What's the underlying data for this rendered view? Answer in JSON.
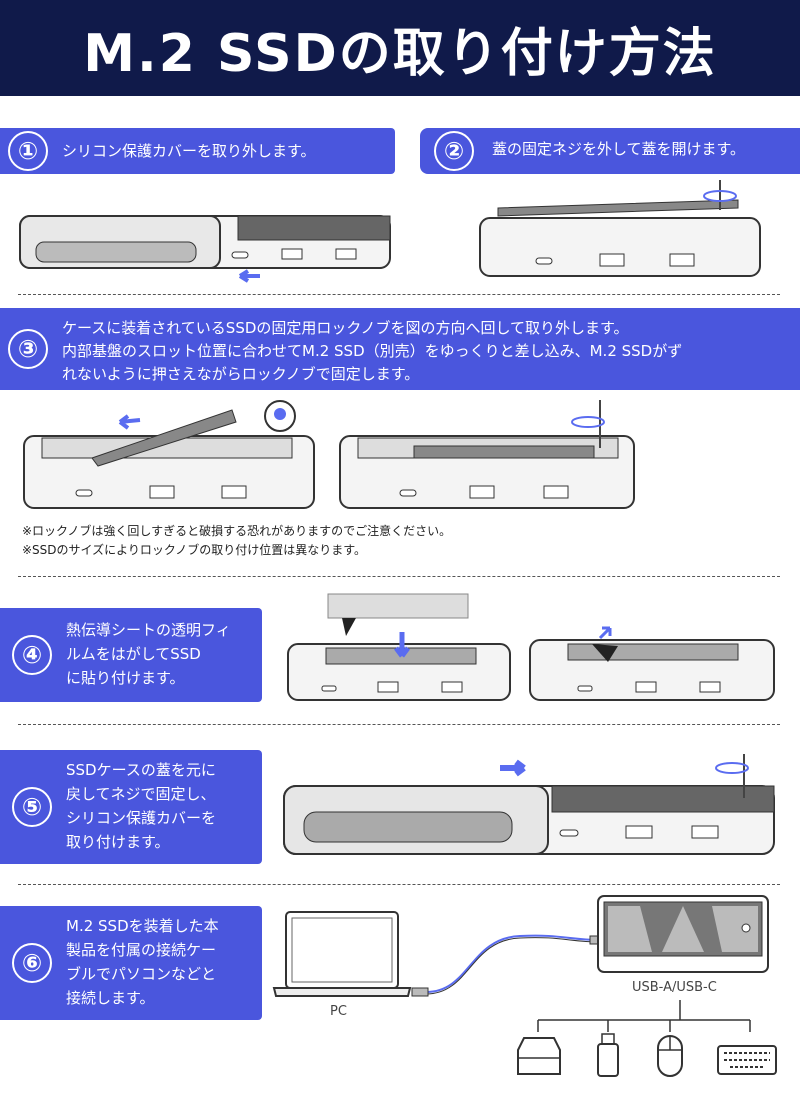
{
  "title": "M.2 SSDの取り付け方法",
  "colors": {
    "header_bg": "#101a4a",
    "step_bg": "#4a56dd",
    "arrow": "#5a6cf0"
  },
  "steps": [
    {
      "number": "①",
      "text": "シリコン保護カバーを取り外します。"
    },
    {
      "number": "②",
      "text": "蓋の固定ネジを外して蓋を開けます。"
    },
    {
      "number": "③",
      "lines": [
        "ケースに装着されているSSDの固定用ロックノブを図の方向へ回して取り外します。",
        "内部基盤のスロット位置に合わせてM.2 SSD（別売）をゆっくりと差し込み、M.2 SSDがず",
        "れないように押さえながらロックノブで固定します。"
      ]
    },
    {
      "number": "④",
      "lines": [
        "熱伝導シートの透明フィ",
        "ルムをはがしてSSD",
        "に貼り付けます。"
      ]
    },
    {
      "number": "⑤",
      "lines": [
        "SSDケースの蓋を元に",
        "戻してネジで固定し、",
        "シリコン保護カバーを",
        "取り付けます。"
      ]
    },
    {
      "number": "⑥",
      "lines": [
        "M.2 SSDを装着した本",
        "製品を付属の接続ケー",
        "ブルでパソコンなどと",
        "接続します。"
      ]
    }
  ],
  "notes": [
    "※ロックノブは強く回しすぎると破損する恐れがありますのでご注意ください。",
    "※SSDのサイズによりロックノブの取り付け位置は異なります。"
  ],
  "labels": {
    "pc": "PC",
    "usb": "USB-A/USB-C"
  },
  "icons": [
    "hdd-icon",
    "usb-stick-icon",
    "mouse-icon",
    "keyboard-icon",
    "laptop-icon",
    "screw-rotate-icon",
    "arrow-icon"
  ]
}
